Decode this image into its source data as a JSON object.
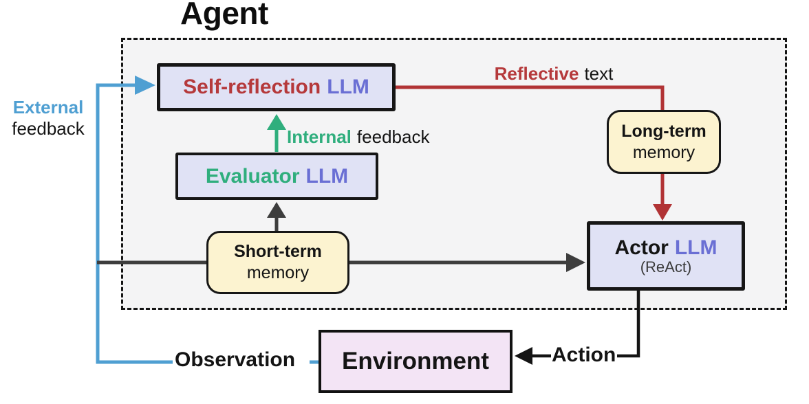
{
  "title": "Agent",
  "colors": {
    "panel_fill": "#f4f4f5",
    "llm_box_fill": "#e0e2f5",
    "memory_box_fill": "#fcf3d0",
    "environment_fill": "#f3e4f5",
    "red": "#b13335",
    "green": "#2fae7d",
    "blue": "#4f9fd2",
    "indigo": "#6a6fd4",
    "dark_gray": "#3d3d3d",
    "black": "#141414"
  },
  "nodes": {
    "self_reflection": {
      "primary": "Self-reflection",
      "secondary": "LLM"
    },
    "evaluator": {
      "primary": "Evaluator",
      "secondary": "LLM"
    },
    "actor": {
      "primary": "Actor",
      "secondary": "LLM",
      "sublabel": "(ReAct)"
    },
    "short_term": {
      "line1": "Short-term",
      "line2": "memory"
    },
    "long_term": {
      "line1": "Long-term",
      "line2": "memory"
    },
    "environment": {
      "label": "Environment"
    }
  },
  "edges": {
    "external_feedback": {
      "word1": "External",
      "word2": "feedback"
    },
    "internal_feedback": {
      "word1": "Internal",
      "word2": "feedback"
    },
    "reflective_text": {
      "word1": "Reflective",
      "word2": "text"
    },
    "observation": {
      "label": "Observation"
    },
    "action": {
      "label": "Action"
    }
  }
}
